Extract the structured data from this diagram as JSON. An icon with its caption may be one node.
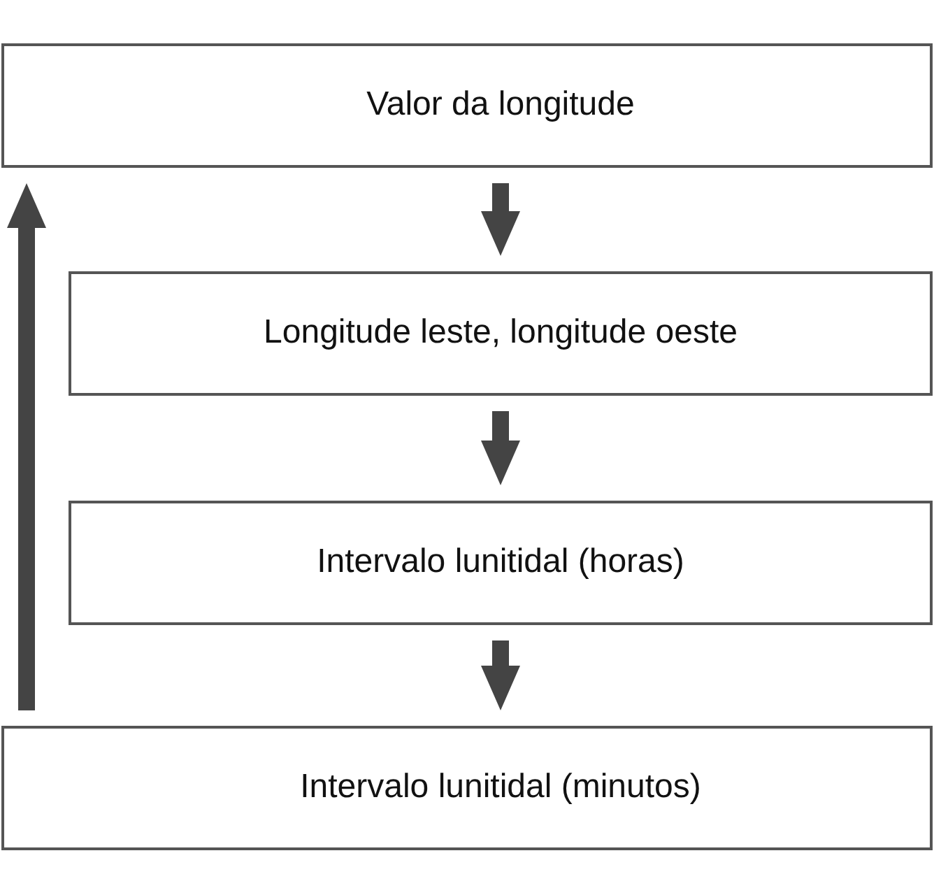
{
  "diagram": {
    "nodes": [
      {
        "text": [
          "Valor da longitude"
        ]
      },
      {
        "text": [
          "Longitude leste, longitude oeste"
        ]
      },
      {
        "text": [
          "Intervalo lunitidal (horas)"
        ]
      },
      {
        "text": [
          "Intervalo lunitidal (minutos)"
        ]
      }
    ],
    "edges": [
      {
        "from": 0,
        "to": 1,
        "arrow": "to"
      },
      {
        "from": 1,
        "to": 2,
        "arrow": "to"
      },
      {
        "from": 2,
        "to": 3,
        "arrow": "to"
      },
      {
        "from": 3,
        "to": 0,
        "arrow": "to"
      }
    ]
  }
}
